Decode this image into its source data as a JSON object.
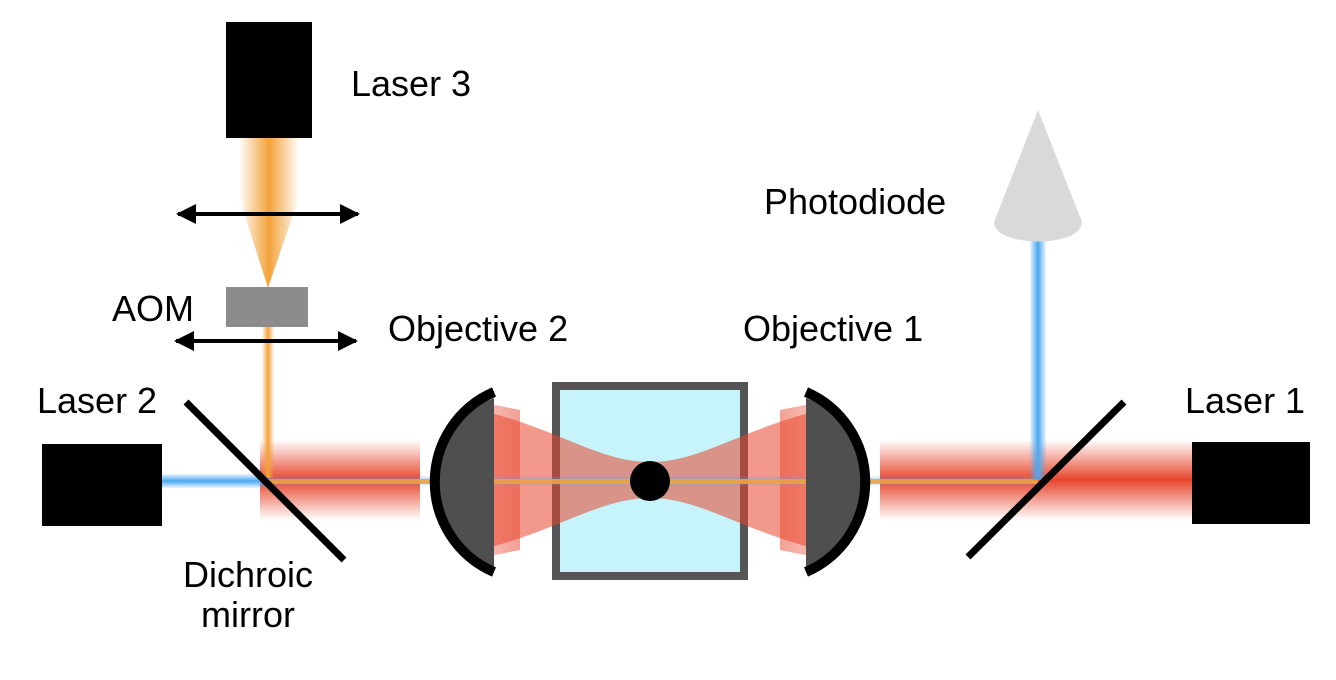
{
  "labels": {
    "laser3": "Laser 3",
    "photodiode": "Photodiode",
    "aom": "AOM",
    "objective2": "Objective 2",
    "objective1": "Objective 1",
    "laser2": "Laser 2",
    "laser1": "Laser 1",
    "dichroic_line1": "Dichroic",
    "dichroic_line2": "mirror"
  },
  "colors": {
    "trap_beam": "#e8452c",
    "probe_beam": "#4aa8f0",
    "control_beam": "#f3a23a",
    "laser_body": "#000000",
    "objective": "#4f4f4f",
    "cell_fill": "#c7f3fb",
    "cell_border": "#555555",
    "aom": "#8c8c8c",
    "photodiode": "#d9d9d9"
  }
}
